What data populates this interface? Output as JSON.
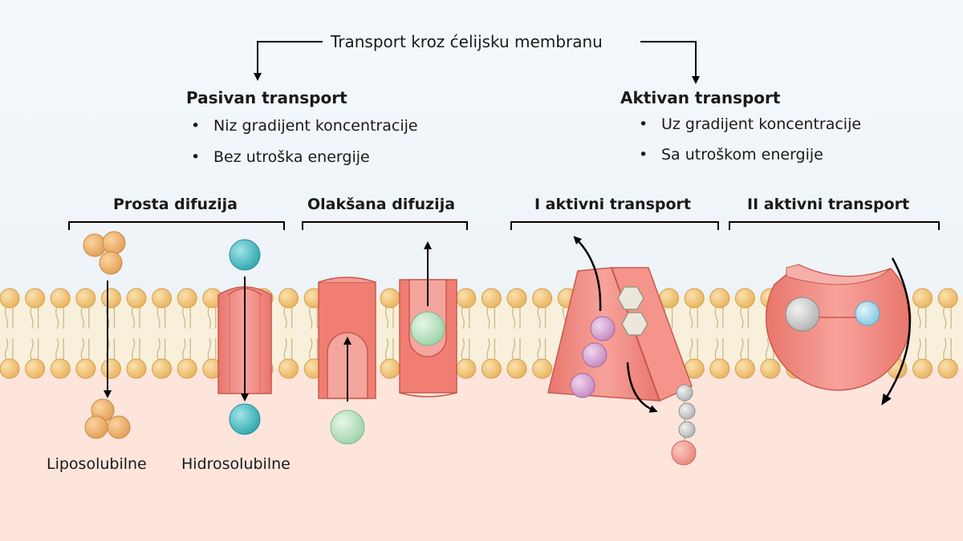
{
  "title": "Transport kroz ćelijsku membranu",
  "passive": {
    "heading": "Pasivan transport",
    "bullets": [
      "Niz gradijent koncentracije",
      "Bez utroška energije"
    ]
  },
  "active": {
    "heading": "Aktivan transport",
    "bullets": [
      "Uz gradijent koncentracije",
      "Sa utroškom energije"
    ]
  },
  "sections": [
    "Prosta difuzija",
    "Olakšana difuzija",
    "I aktivni transport",
    "II aktivni transport"
  ],
  "labels": {
    "liposoluble": "Liposolubilne",
    "hydrosoluble": "Hidrosolubilne"
  },
  "colors": {
    "background_top": "#f4f8fc",
    "background_bottom": "#fde6de",
    "lipid_head": "#f4c77c",
    "protein": "#f28b82",
    "protein_dark": "#e06a60",
    "liposoluble_molecule": "#f2b36f",
    "hydrosoluble_molecule": "#4ec3c9",
    "facilitated_molecule": "#bfe6c5",
    "active_molecule": "#d8a6d3",
    "atp_molecule": "#e9e5da",
    "ion_gray": "#d7d7d7",
    "ion_blue": "#a9dcef"
  }
}
